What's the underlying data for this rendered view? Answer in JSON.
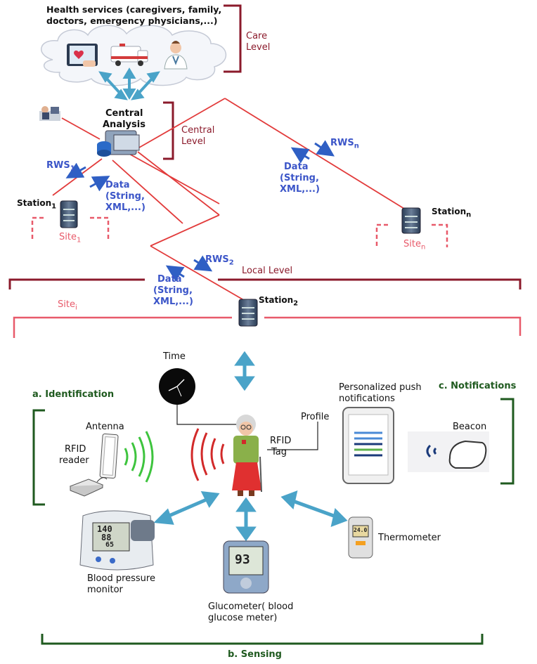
{
  "care": {
    "services_line1": "Health services (caregivers, family,",
    "services_line2": "doctors, emergency physicians,...)",
    "level_line1": "Care",
    "level_line2": "Level"
  },
  "central": {
    "analysis_line1": "Central",
    "analysis_line2": "Analysis",
    "level_line1": "Central",
    "level_line2": "Level"
  },
  "rws": {
    "one": "RWS",
    "one_sub": "1",
    "two": "RWS",
    "two_sub": "2",
    "n": "RWS",
    "n_sub": "n"
  },
  "data_label": {
    "line1": "Data",
    "line2": "(String,",
    "line3": "XML,...)"
  },
  "stations": {
    "s1": "Station",
    "s1_sub": "1",
    "s2": "Station",
    "s2_sub": "2",
    "sn": "Station",
    "sn_sub": "n"
  },
  "sites": {
    "s1": "Site",
    "s1_sub": "1",
    "sn": "Site",
    "sn_sub": "n",
    "si": "Site",
    "si_sub": "i"
  },
  "local_level": "Local Level",
  "time": "Time",
  "identification": {
    "title": "a. Identification",
    "antenna": "Antenna",
    "reader_line1": "RFID",
    "reader_line2": "reader"
  },
  "profile": "Profile",
  "tag_line1": "RFID",
  "tag_line2": "Tag",
  "notifications": {
    "title": "c. Notifications",
    "push_line1": "Personalized push",
    "push_line2": "notifications",
    "beacon": "Beacon"
  },
  "devices": {
    "bp_line1": "Blood pressure",
    "bp_line2": "monitor",
    "thermometer": "Thermometer",
    "gluco_line1": "Glucometer( blood",
    "gluco_line2": "glucose meter)",
    "bp_display_top": "140",
    "bp_display_mid": "88",
    "bp_display_bot": "65",
    "gluco_display": "93",
    "thermo_display": "24.0"
  },
  "sensing_title": "b. Sensing",
  "colors": {
    "maroon": "#8b1a2b",
    "pink": "#e85a6a",
    "red_line": "#e23b3b",
    "blue_text": "#3b55c8",
    "arrow": "#4aa3c8",
    "green": "#1f5a1f"
  }
}
